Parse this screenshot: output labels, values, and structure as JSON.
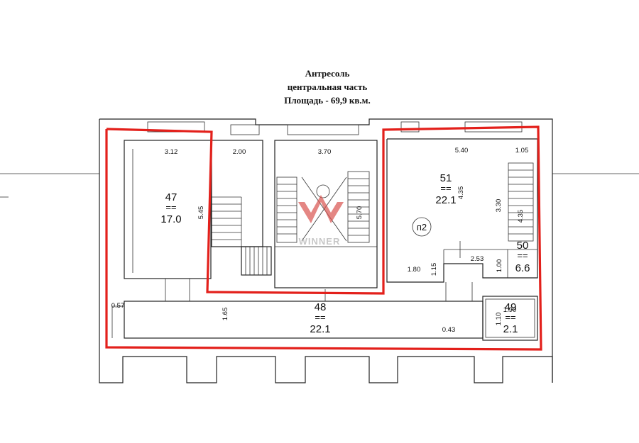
{
  "title": {
    "line1": "Антресоль",
    "line2": "центральная часть",
    "line3": "Площадь - 69,9 кв.м."
  },
  "watermark": "WINNER",
  "colors": {
    "highlight": "#e3201b",
    "watermark": "#d9534f"
  },
  "rooms": {
    "r47": {
      "number": "47",
      "area": "17.0"
    },
    "r48": {
      "number": "48",
      "area": "22.1"
    },
    "r49": {
      "number": "49",
      "area": "2.1"
    },
    "r50": {
      "number": "50",
      "area": "6.6"
    },
    "r51": {
      "number": "51",
      "area": "22.1"
    },
    "eq": "=="
  },
  "label_p2": "п2",
  "dims": {
    "d312": "3.12",
    "d200": "2.00",
    "d370": "3.70",
    "d540": "5.40",
    "d105": "1.05",
    "d545": "5.45",
    "d570": "5.70",
    "d435a": "4.35",
    "d330": "3.30",
    "d435b": "4.35",
    "d253": "2.53",
    "d180": "1.80",
    "d115": "1.15",
    "d100": "1.00",
    "d057": "0.57",
    "d165": "1.65",
    "d043": "0.43",
    "d110": "1.10",
    "d190": "1.90"
  }
}
